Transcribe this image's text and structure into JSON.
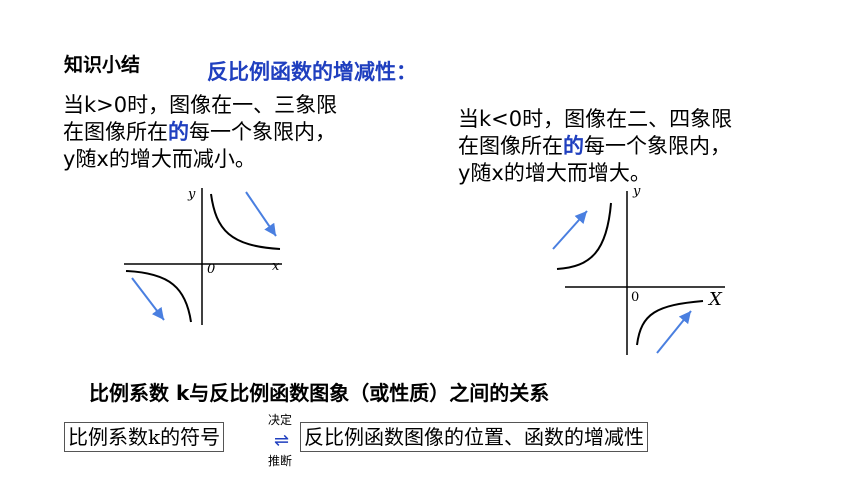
{
  "header": {
    "summary_label": "知识小结",
    "title": "反比例函数的增减性："
  },
  "left_case": {
    "line1": "当k>0时，图像在一、三象限",
    "line2_pre": "在图像所在",
    "line2_emph": "的",
    "line2_post": "每一个象限内，",
    "line3": "y随x的增大而减小。"
  },
  "right_case": {
    "line1": "当k<0时，图像在二、四象限",
    "line2_pre": "在图像所在",
    "line2_emph": "的",
    "line2_post": "每一个象限内，",
    "line3": "y随x的增大而增大。"
  },
  "left_graph": {
    "y_label": "y",
    "x_label": "x",
    "origin": "0"
  },
  "right_graph": {
    "y_label": "y",
    "x_label": "X",
    "origin": "0"
  },
  "relation": {
    "title": "比例系数 k与反比例函数图象（或性质）之间的关系",
    "left_box": "比例系数k的符号",
    "right_box": "反比例函数图像的位置、函数的增减性",
    "top_arrow_label": "决定",
    "bottom_arrow_label": "推断",
    "arrow_symbol": "⇌"
  },
  "colors": {
    "accent": "#1f3fbf",
    "arrow": "#4a7fe0"
  }
}
